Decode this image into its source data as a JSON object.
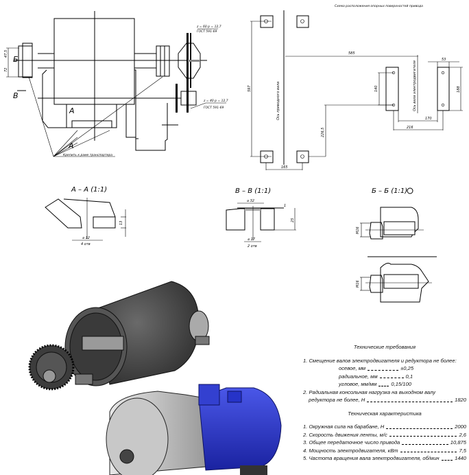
{
  "main_view": {
    "label_b": "Б",
    "label_v_top": "В",
    "label_v_bottom": "В",
    "label_a_top": "А",
    "label_a_bottom": "А",
    "dim_upper": "47,5",
    "dim_lower": "72",
    "sprocket_big": "z = 60 p = 12,7",
    "sprocket_big_std": "ГОСТ 591-69",
    "sprocket_small": "z = 40 p = 12,7",
    "sprocket_small_std": "ГОСТ 591-69",
    "mount_note": "Крепить к раме транспортера"
  },
  "layout_scheme": {
    "title": "Схема расположения опорных поверхностей привода",
    "axis_drive_shaft": "Ось приводного вала",
    "axis_motor_shaft": "Ось вала электродвигателя",
    "dims": {
      "d585": "585",
      "d597": "597",
      "d53": "53",
      "d188": "188",
      "d140": "140",
      "d170": "170",
      "d216": "216",
      "d226": "226,5",
      "d165": "165"
    }
  },
  "sections": {
    "aa": {
      "title": "А – А (1:1)",
      "dia": "⌀ 12",
      "holes": "4 отв",
      "thk": "13"
    },
    "vv": {
      "title": "В – В (1:1)",
      "dia_top": "⌀ 32",
      "dia": "⌀ 17",
      "holes": "2 отв",
      "d1": "1",
      "d25": "25"
    },
    "bb": {
      "title": "Б – Б (1:1)",
      "thread_top": "M16",
      "thread_bottom": "M16"
    }
  },
  "tech_requirements": {
    "title": "Технические требования",
    "item1": "1. Смещение валов электродвигателя и редуктора не более:",
    "axial_label": "осевое, мм",
    "axial_value": "±0,25",
    "radial_label": "радиальное, мм",
    "radial_value": "0,1",
    "angular_label": "угловое, мм/мм",
    "angular_value": "0,15/100",
    "item2_line1": "2. Радиальная консольная нагрузка на выходном валу",
    "item2_line2": "редуктора не более, Н",
    "item2_value": "1820"
  },
  "tech_characteristics": {
    "title": "Техническая характеристика",
    "items": [
      {
        "label": "1. Окружная сила на барабане, Н",
        "value": "2000"
      },
      {
        "label": "2. Скорость движения ленты, м/с",
        "value": "2,6"
      },
      {
        "label": "3. Общее передаточное число привода",
        "value": "10,875"
      },
      {
        "label": "4. Мощность электродвигателя, кВт",
        "value": "7,5"
      },
      {
        "label": "5. Частота вращения вала электродвигателя, об/мин",
        "value": "1440"
      }
    ]
  },
  "colors": {
    "drum": "#4a4a4a",
    "gearbox": "#b8b8b8",
    "motor": "#2633c8"
  }
}
